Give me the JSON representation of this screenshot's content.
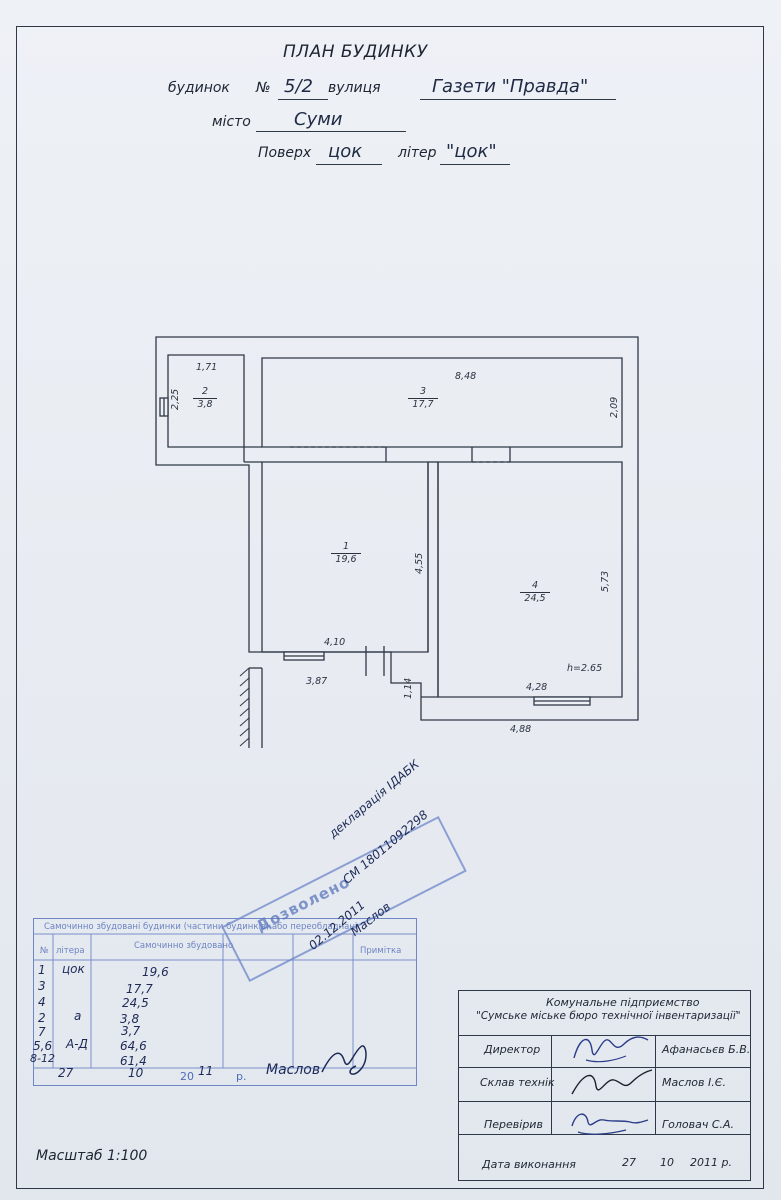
{
  "header": {
    "title": "ПЛАН БУДИНКУ",
    "house_label": "будинок",
    "house_no_label": "№",
    "house_no": "5/2",
    "street_label": "вулиця",
    "street": "Газети \"Правда\"",
    "city_label": "місто",
    "city": "Суми",
    "floor_label": "Поверх",
    "floor": "цок",
    "letter_label": "літер",
    "letter": "\"цок\""
  },
  "plan": {
    "rooms": [
      {
        "no": "1",
        "area": "19,6"
      },
      {
        "no": "2",
        "area": "3,8"
      },
      {
        "no": "3",
        "area": "17,7"
      },
      {
        "no": "4",
        "area": "24,5"
      }
    ],
    "dims": {
      "d171": "1,71",
      "d848": "8,48",
      "d225": "2,25",
      "d209": "2,09",
      "d455": "4,55",
      "d573": "5,73",
      "d410": "4,10",
      "d387": "3,87",
      "d114": "1,14",
      "d428": "4,28",
      "d488": "4,88",
      "height": "h=2.65"
    }
  },
  "stamp_table": {
    "header_title": "Самочинно збудовані будинки (частини будинків) або переобладнані",
    "col_no": "№",
    "col_letter": "літера",
    "col_area": "Самочинно збудовано",
    "col_note": "Примітка",
    "rows": [
      {
        "no": "1",
        "letter": "цок",
        "area": "19,6"
      },
      {
        "no": "3",
        "letter": "",
        "area": "17,7"
      },
      {
        "no": "4",
        "letter": "",
        "area": "24,5"
      },
      {
        "no": "2",
        "letter": "а",
        "area": "3,8"
      },
      {
        "no": "7",
        "letter": "",
        "area": "3,7"
      },
      {
        "no": "5,6",
        "letter": "А-Д",
        "area": "64,6"
      },
      {
        "no": "8-12",
        "letter": "",
        "area": "61,4"
      }
    ],
    "date_day": "27",
    "date_month": "10",
    "date_year_prefix": "20",
    "date_year": "11",
    "date_suffix": "р.",
    "signer": "Маслов"
  },
  "stamp_permit": {
    "line1": "Дозволено",
    "note1": "декларація ІДАБК",
    "note2": "СМ 18011092298",
    "note3": "02.12.2011",
    "note4": "Маслов"
  },
  "title_block": {
    "org_line1": "Комунальне підприємство",
    "org_line2": "\"Сумське міське бюро технічної інвентаризації\"",
    "rows": [
      {
        "role": "Директор",
        "name": "Афанасьєв Б.В."
      },
      {
        "role": "Склав технік",
        "name": "Маслов І.Є."
      },
      {
        "role": "Перевірив",
        "name": "Головач С.А."
      }
    ],
    "date_label": "Дата виконання",
    "date_day": "27",
    "date_month": "10",
    "date_year": "2011 р."
  },
  "scale": "Масштаб 1:100",
  "colors": {
    "ink": "#2f3846",
    "stamp_blue": "#4f6cb8",
    "pen": "#1d2a57"
  }
}
